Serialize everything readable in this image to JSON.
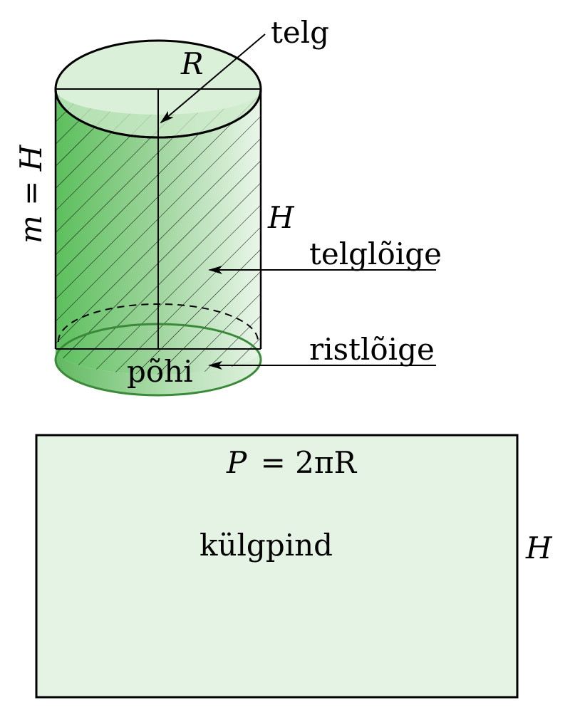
{
  "labels": {
    "axis": "telg",
    "radius": "R",
    "height_side": "m = H",
    "height_right": "H",
    "axial_section": "telglõige",
    "cross_section": "ristlõige",
    "base": "põhi",
    "perimeter_P": "P",
    "perimeter_rest": "= 2πR",
    "lateral_surface": "külgpind",
    "rect_height": "H"
  },
  "colors": {
    "fill_light": "#e4f3e4",
    "fill_top": "#cdebcb",
    "fill_dark": "#5cbf5c",
    "stroke": "#000000",
    "text": "#000000"
  }
}
